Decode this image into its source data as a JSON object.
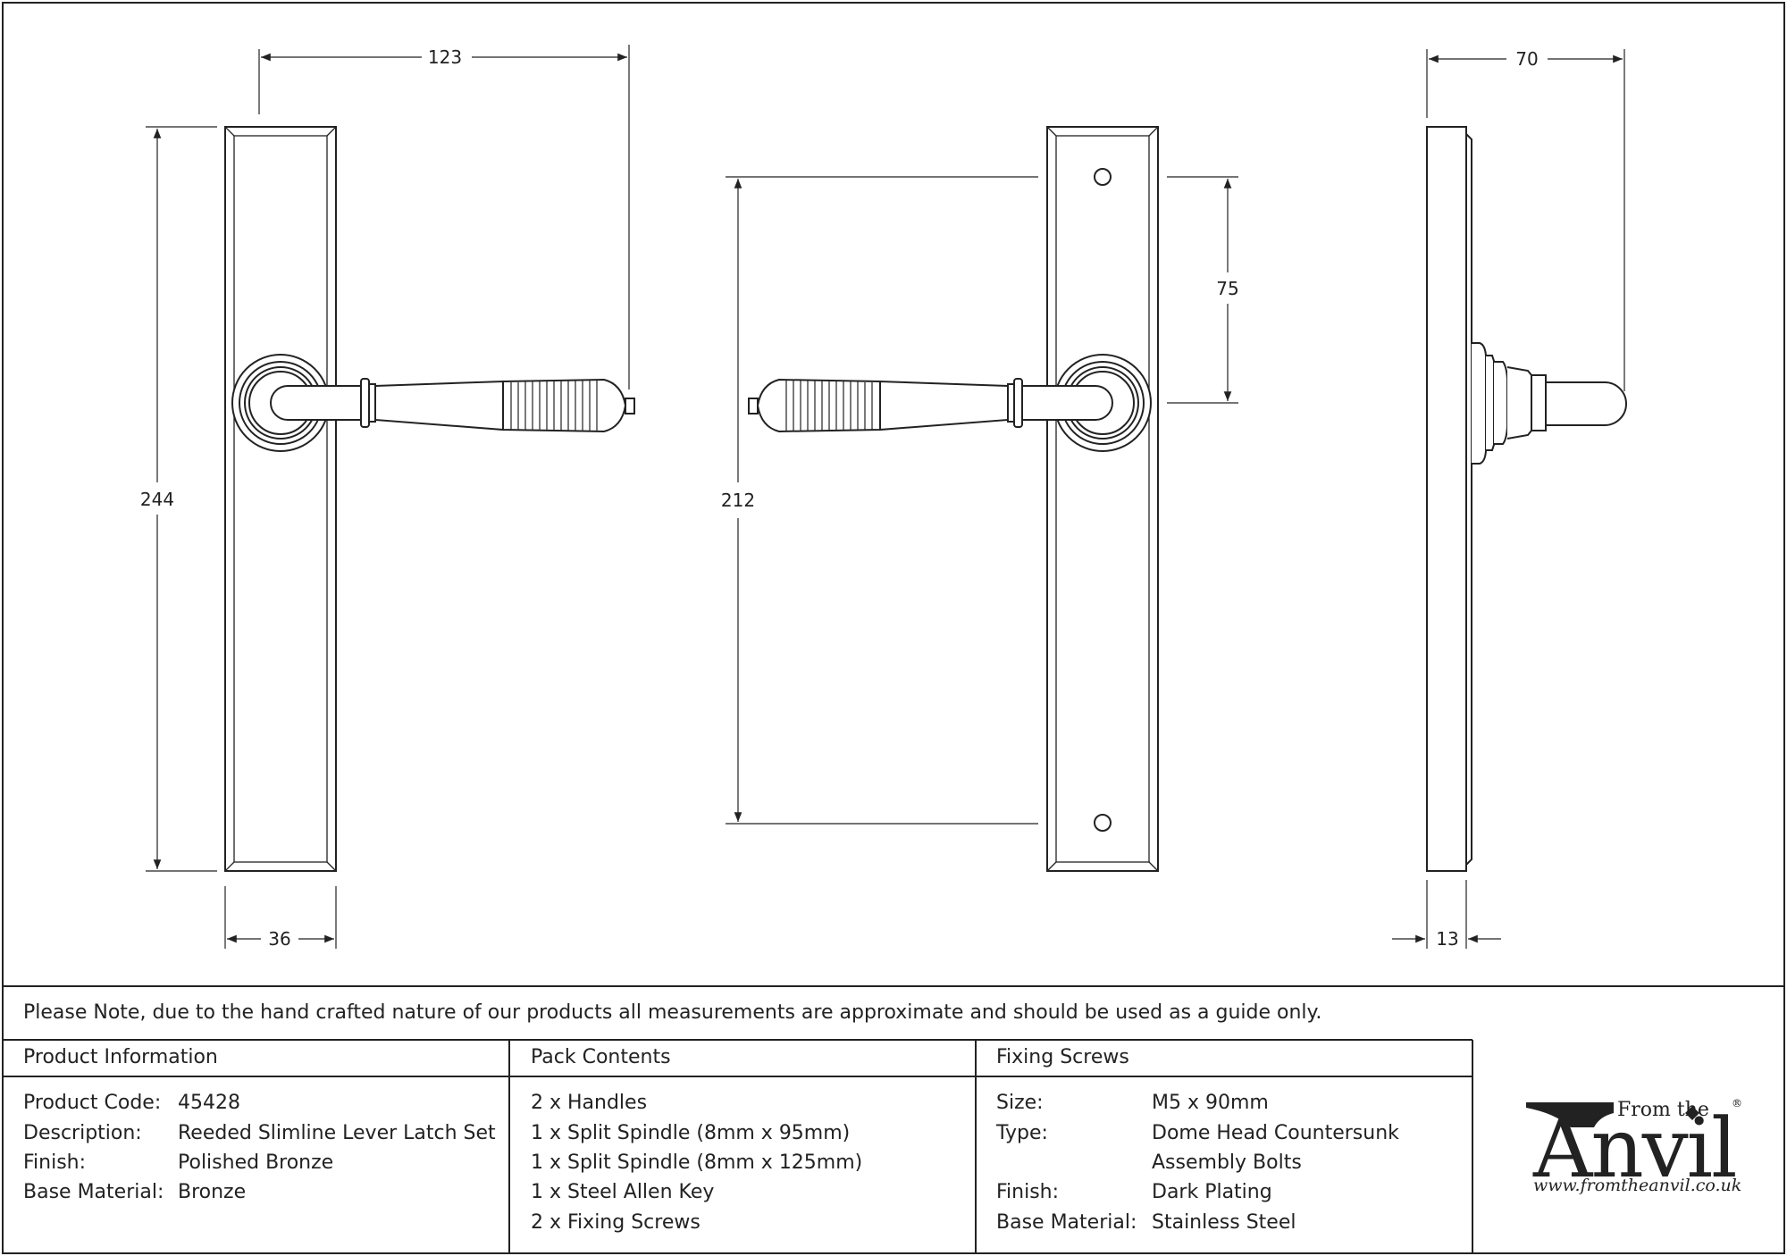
{
  "dimensions": {
    "front_width": "123",
    "front_height": "244",
    "plate_width": "36",
    "fixing_height": "212",
    "handle_offset": "75",
    "projection": "70",
    "plate_depth": "13"
  },
  "note": "Please Note, due to the hand crafted nature of our products all measurements are approximate and should be used as a guide only.",
  "product_info": {
    "heading": "Product Information",
    "rows": [
      {
        "label": "Product Code:",
        "value": "45428"
      },
      {
        "label": "Description:",
        "value": "Reeded Slimline Lever Latch Set"
      },
      {
        "label": "Finish:",
        "value": "Polished Bronze"
      },
      {
        "label": "Base Material:",
        "value": "Bronze"
      }
    ]
  },
  "pack_contents": {
    "heading": "Pack Contents",
    "items": [
      "2 x Handles",
      "1 x Split Spindle (8mm x 95mm)",
      "1 x Split Spindle (8mm x 125mm)",
      "1 x Steel Allen Key",
      "2 x Fixing Screws"
    ]
  },
  "fixing_screws": {
    "heading": "Fixing Screws",
    "rows": [
      {
        "label": "Size:",
        "value": "M5 x 90mm"
      },
      {
        "label": "Type:",
        "value": "Dome Head Countersunk"
      },
      {
        "label": "",
        "value": "Assembly Bolts"
      },
      {
        "label": "Finish:",
        "value": "Dark Plating"
      },
      {
        "label": "Base Material:",
        "value": "Stainless Steel"
      }
    ]
  },
  "logo": {
    "from_the": "From the",
    "brand": "Anvil",
    "registered": "®",
    "url": "www.fromtheanvil.co.uk"
  },
  "colors": {
    "line": "#222222",
    "background": "#ffffff"
  }
}
